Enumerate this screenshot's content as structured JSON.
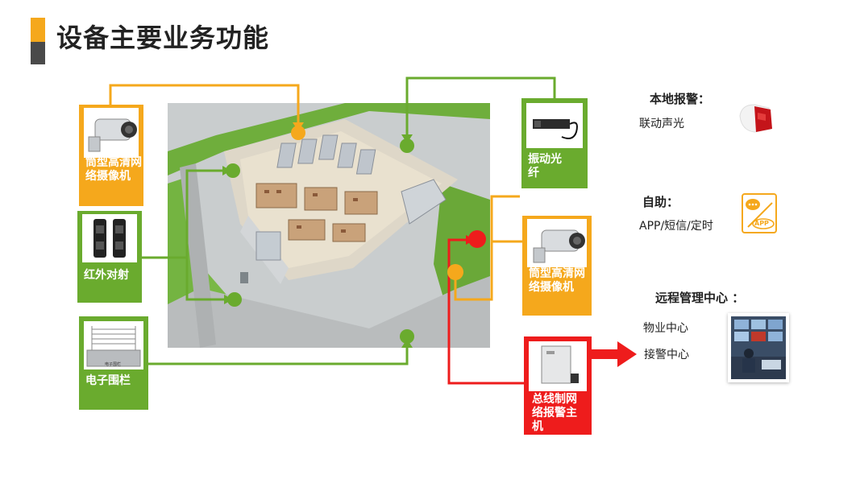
{
  "title": "设备主要业务功能",
  "devices": {
    "camera_left": "筒型高清网络摄像机",
    "infrared": "红外对射",
    "fence": "电子围栏",
    "fence_photo_caption": "电子围栏",
    "vibration_fiber": "振动光纤",
    "camera_right": "筒型高清网络摄像机",
    "alarm_host": "总线制网络报警主机"
  },
  "right_panel": {
    "local_alarm": {
      "heading": "本地报警：",
      "item": "联动声光"
    },
    "self_help": {
      "heading": "自助：",
      "item": "APP/短信/定时",
      "icon_label": "APP"
    },
    "remote_center": {
      "heading": "远程管理中心 ：",
      "items": [
        "物业中心",
        "接警中心"
      ]
    }
  },
  "colors": {
    "orange": "#f5a81c",
    "green": "#6aab2e",
    "red": "#ee1c1c",
    "title_accent_top": "#f5a81c",
    "title_accent_bottom": "#4a4a4a"
  },
  "icons": [
    "camera-icon",
    "infrared-beam-icon",
    "electric-fence-icon",
    "vibration-fiber-icon",
    "alarm-host-icon",
    "strobe-siren-icon",
    "app-chat-icon",
    "control-room-photo"
  ]
}
